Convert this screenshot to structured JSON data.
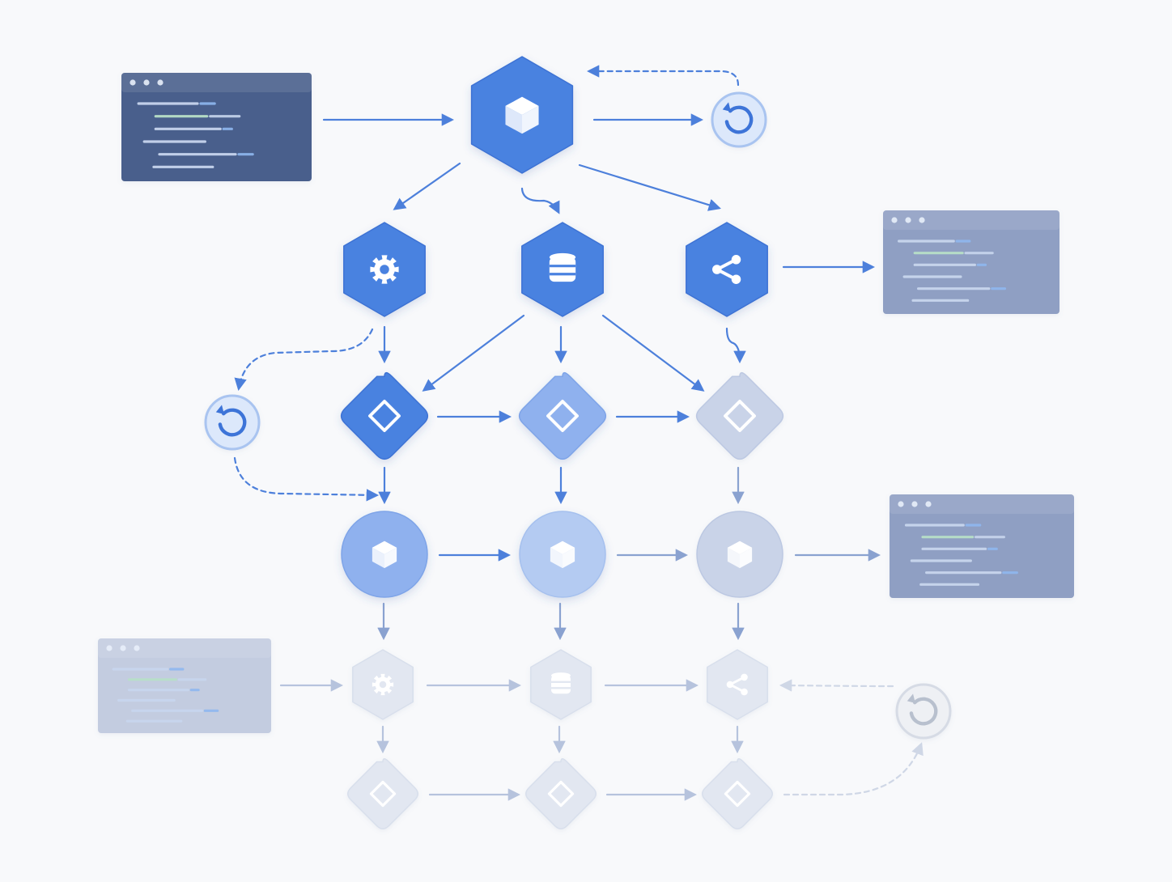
{
  "diagram": {
    "colors": {
      "background": "#f8f9fb",
      "primary": "#4a82e0",
      "arrow_strong": "#4d80db",
      "arrow_mid": "#8aa2d0",
      "arrow_faint": "#b6c3dd",
      "arrow_ghost": "#cfd7e6",
      "panel_dark": "#4a5f8c",
      "panel_mid": "#8f9fc3",
      "panel_light": "#c3cce0",
      "code_green": "#b8e0c8",
      "code_blue": "#8fb8f0",
      "code_light": "#c8d6ee"
    },
    "nodes": [
      {
        "id": "root",
        "shape": "hexagon",
        "icon": "cube-icon",
        "tier": "strong"
      },
      {
        "id": "config",
        "shape": "hexagon",
        "icon": "gear-icon",
        "tier": "strong"
      },
      {
        "id": "storage",
        "shape": "hexagon",
        "icon": "database-icon",
        "tier": "strong"
      },
      {
        "id": "share",
        "shape": "hexagon",
        "icon": "share-icon",
        "tier": "strong"
      },
      {
        "id": "gate-1",
        "shape": "diamond",
        "icon": "diamond-icon",
        "tier": "strong"
      },
      {
        "id": "gate-2",
        "shape": "diamond",
        "icon": "diamond-icon",
        "tier": "mid"
      },
      {
        "id": "gate-3",
        "shape": "diamond",
        "icon": "diamond-icon",
        "tier": "faint"
      },
      {
        "id": "module-1",
        "shape": "circle",
        "icon": "cube-icon",
        "tier": "mid"
      },
      {
        "id": "module-2",
        "shape": "circle",
        "icon": "cube-icon",
        "tier": "light"
      },
      {
        "id": "module-3",
        "shape": "circle",
        "icon": "cube-icon",
        "tier": "faint"
      },
      {
        "id": "config-2",
        "shape": "hexagon",
        "icon": "gear-icon",
        "tier": "ghost"
      },
      {
        "id": "storage-2",
        "shape": "hexagon",
        "icon": "database-icon",
        "tier": "ghost"
      },
      {
        "id": "share-2",
        "shape": "hexagon",
        "icon": "share-icon",
        "tier": "ghost"
      },
      {
        "id": "gate-4",
        "shape": "diamond",
        "icon": "diamond-icon",
        "tier": "ghost"
      },
      {
        "id": "gate-5",
        "shape": "diamond",
        "icon": "diamond-icon",
        "tier": "ghost"
      },
      {
        "id": "gate-6",
        "shape": "diamond",
        "icon": "diamond-icon",
        "tier": "ghost"
      }
    ],
    "loops": [
      {
        "id": "loop-top",
        "icon": "refresh-icon",
        "tier": "strong"
      },
      {
        "id": "loop-left",
        "icon": "refresh-icon",
        "tier": "strong"
      },
      {
        "id": "loop-bottom",
        "icon": "refresh-icon",
        "tier": "ghost"
      }
    ],
    "code_windows": [
      {
        "id": "code-input",
        "tier": "dark"
      },
      {
        "id": "code-output-1",
        "tier": "mid"
      },
      {
        "id": "code-output-2",
        "tier": "mid"
      },
      {
        "id": "code-input-2",
        "tier": "light"
      }
    ],
    "edges": [
      {
        "from": "code-input",
        "to": "root",
        "style": "solid"
      },
      {
        "from": "root",
        "to": "loop-top",
        "style": "solid"
      },
      {
        "from": "loop-top",
        "to": "root",
        "style": "dashed"
      },
      {
        "from": "root",
        "to": "config",
        "style": "solid"
      },
      {
        "from": "root",
        "to": "storage",
        "style": "solid"
      },
      {
        "from": "root",
        "to": "share",
        "style": "solid"
      },
      {
        "from": "share",
        "to": "code-output-1",
        "style": "solid"
      },
      {
        "from": "config",
        "to": "gate-1",
        "style": "solid"
      },
      {
        "from": "storage",
        "to": "gate-1",
        "style": "solid"
      },
      {
        "from": "storage",
        "to": "gate-2",
        "style": "solid"
      },
      {
        "from": "storage",
        "to": "gate-3",
        "style": "solid"
      },
      {
        "from": "share",
        "to": "gate-3",
        "style": "solid"
      },
      {
        "from": "config",
        "to": "loop-left",
        "style": "dashed"
      },
      {
        "from": "loop-left",
        "to": "module-1",
        "style": "dashed"
      },
      {
        "from": "gate-1",
        "to": "gate-2",
        "style": "solid"
      },
      {
        "from": "gate-2",
        "to": "gate-3",
        "style": "solid"
      },
      {
        "from": "gate-1",
        "to": "module-1",
        "style": "solid"
      },
      {
        "from": "gate-2",
        "to": "module-2",
        "style": "solid"
      },
      {
        "from": "gate-3",
        "to": "module-3",
        "style": "solid"
      },
      {
        "from": "module-1",
        "to": "module-2",
        "style": "solid"
      },
      {
        "from": "module-2",
        "to": "module-3",
        "style": "solid"
      },
      {
        "from": "module-3",
        "to": "code-output-2",
        "style": "solid"
      },
      {
        "from": "module-1",
        "to": "config-2",
        "style": "solid"
      },
      {
        "from": "module-2",
        "to": "storage-2",
        "style": "solid"
      },
      {
        "from": "module-3",
        "to": "share-2",
        "style": "solid"
      },
      {
        "from": "code-input-2",
        "to": "config-2",
        "style": "solid"
      },
      {
        "from": "config-2",
        "to": "storage-2",
        "style": "solid"
      },
      {
        "from": "storage-2",
        "to": "share-2",
        "style": "solid"
      },
      {
        "from": "loop-bottom",
        "to": "share-2",
        "style": "dashed"
      },
      {
        "from": "config-2",
        "to": "gate-4",
        "style": "solid"
      },
      {
        "from": "storage-2",
        "to": "gate-5",
        "style": "solid"
      },
      {
        "from": "share-2",
        "to": "gate-6",
        "style": "solid"
      },
      {
        "from": "gate-4",
        "to": "gate-5",
        "style": "solid"
      },
      {
        "from": "gate-5",
        "to": "gate-6",
        "style": "solid"
      },
      {
        "from": "gate-6",
        "to": "loop-bottom",
        "style": "dashed"
      }
    ]
  }
}
